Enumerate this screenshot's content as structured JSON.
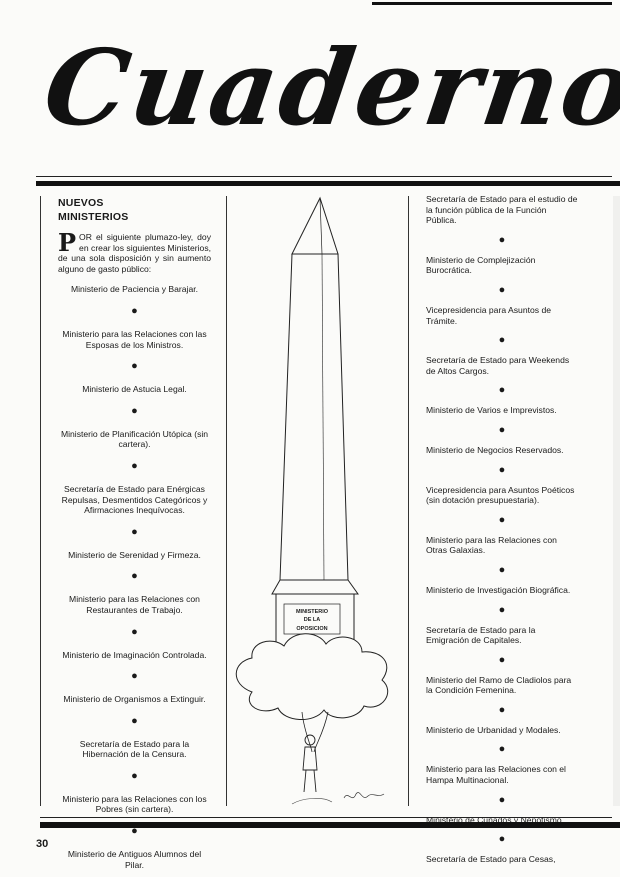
{
  "header": {
    "masthead": "Cuaderno inte"
  },
  "left": {
    "heading_line1": "NUEVOS",
    "heading_line2": "MINISTERIOS",
    "dropcap": "P",
    "intro": "OR el siguiente plumazo-ley, doy en crear los siguientes Ministerios, de una sola disposición y sin aumento alguno de gasto público:",
    "items": [
      "Ministerio de Paciencia y Barajar.",
      "Ministerio para las Relaciones con las Esposas de los Ministros.",
      "Ministerio de Astucia Legal.",
      "Ministerio de Planificación Utópica (sin cartera).",
      "Secretaría de Estado para Enérgicas Repulsas, Desmentidos Categóricos y Afirmaciones Inequívocas.",
      "Ministerio de Serenidad y Firmeza.",
      "Ministerio para las Relaciones con Restaurantes de Trabajo.",
      "Ministerio de Imaginación Controlada.",
      "Ministerio de Organismos a Extinguir.",
      "Secretaría de Estado para la Hibernación de la Censura.",
      "Ministerio para las Relaciones con los Pobres (sin cartera).",
      "Ministerio de Antiguos Alumnos del Pilar."
    ]
  },
  "illustration": {
    "plaque_line1": "MINISTERIO",
    "plaque_line2": "DE LA",
    "plaque_line3": "OPOSICION"
  },
  "right": {
    "items": [
      "Secretaría de Estado para el estudio de la función pública de la Función Pública.",
      "Ministerio de Complejización Burocrática.",
      "Vicepresidencia para Asuntos de Trámite.",
      "Secretaría de Estado para Weekends de Altos Cargos.",
      "Ministerio de Varios e Imprevistos.",
      "Ministerio de Negocios Reservados.",
      "Vicepresidencia para Asuntos Poéticos (sin dotación presupuestaria).",
      "Ministerio para las Relaciones con Otras Galaxias.",
      "Ministerio de Investigación Biográfica.",
      "Secretaría de Estado para la Emigración de Capitales.",
      "Ministerio del Ramo de Cladiolos para la Condición Femenina.",
      "Ministerio de Urbanidad y Modales.",
      "Ministerio para las Relaciones con el Hampa Multinacional.",
      "Ministerio de Cuñados y Nepotismo.",
      "Secretaría de Estado para Cesas,"
    ]
  },
  "footer": {
    "page_number": "30"
  }
}
